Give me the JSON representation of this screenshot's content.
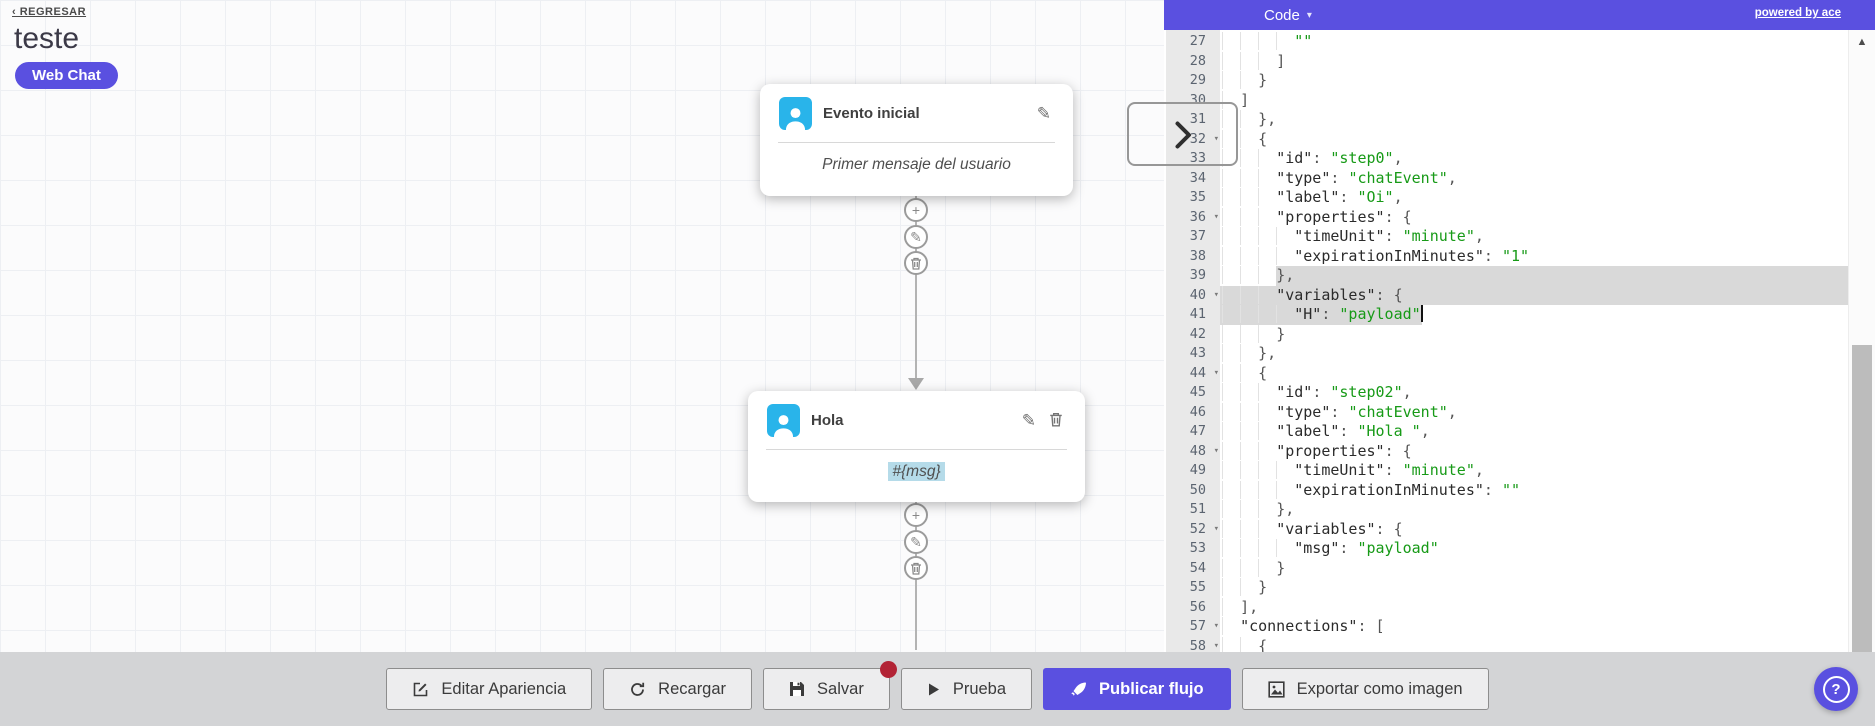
{
  "colors": {
    "accent": "#5a50e0",
    "avatar_blue": "#29b4ea",
    "string_green": "#179a17",
    "unsaved_dot": "#b22335",
    "msg_highlight": "#b5dbe9"
  },
  "icons": {
    "plus": "+",
    "pencil": "✎",
    "dropdown": "▾",
    "scroll_up": "▲",
    "help": "?"
  },
  "header": {
    "back_label": "‹ REGRESAR",
    "flow_name": "teste",
    "channel": "Web Chat"
  },
  "canvas": {
    "nodes": [
      {
        "title": "Evento inicial",
        "body": "Primer mensaje del usuario"
      },
      {
        "title": "Hola",
        "body": "#{msg}"
      }
    ]
  },
  "editor": {
    "mode_label": "Code",
    "powered_by": "powered by ace",
    "lines": [
      {
        "n": 27,
        "c": "        \"\""
      },
      {
        "n": 28,
        "c": "      ]"
      },
      {
        "n": 29,
        "c": "    }"
      },
      {
        "n": 30,
        "c": "  ]"
      },
      {
        "n": 31,
        "c": "    },"
      },
      {
        "n": 32,
        "c": "    {",
        "fold": true
      },
      {
        "n": 33,
        "c": "      \"id\": \"step0\","
      },
      {
        "n": 34,
        "c": "      \"type\": \"chatEvent\","
      },
      {
        "n": 35,
        "c": "      \"label\": \"Oi\","
      },
      {
        "n": 36,
        "c": "      \"properties\": {",
        "fold": true
      },
      {
        "n": 37,
        "c": "        \"timeUnit\": \"minute\","
      },
      {
        "n": 38,
        "c": "        \"expirationInMinutes\": \"1\""
      },
      {
        "n": 39,
        "c": "      },",
        "sel": "tail"
      },
      {
        "n": 40,
        "c": "      \"variables\": {",
        "fold": true,
        "sel": "row"
      },
      {
        "n": 41,
        "c": "        \"H\": \"payload\"",
        "sel": "head",
        "cursor": true
      },
      {
        "n": 42,
        "c": "      }"
      },
      {
        "n": 43,
        "c": "    },"
      },
      {
        "n": 44,
        "c": "    {",
        "fold": true
      },
      {
        "n": 45,
        "c": "      \"id\": \"step02\","
      },
      {
        "n": 46,
        "c": "      \"type\": \"chatEvent\","
      },
      {
        "n": 47,
        "c": "      \"label\": \"Hola \","
      },
      {
        "n": 48,
        "c": "      \"properties\": {",
        "fold": true
      },
      {
        "n": 49,
        "c": "        \"timeUnit\": \"minute\","
      },
      {
        "n": 50,
        "c": "        \"expirationInMinutes\": \"\""
      },
      {
        "n": 51,
        "c": "      },"
      },
      {
        "n": 52,
        "c": "      \"variables\": {",
        "fold": true
      },
      {
        "n": 53,
        "c": "        \"msg\": \"payload\""
      },
      {
        "n": 54,
        "c": "      }"
      },
      {
        "n": 55,
        "c": "    }"
      },
      {
        "n": 56,
        "c": "  ],"
      },
      {
        "n": 57,
        "c": "  \"connections\": [",
        "fold": true
      },
      {
        "n": 58,
        "c": "    {",
        "fold": true
      }
    ]
  },
  "toolbar": {
    "buttons": [
      {
        "label": "Editar Apariencia",
        "icon": "edit",
        "style": "default"
      },
      {
        "label": "Recargar",
        "icon": "refresh",
        "style": "default"
      },
      {
        "label": "Salvar",
        "icon": "save",
        "style": "default",
        "has_badge": true
      },
      {
        "label": "Prueba",
        "icon": "play",
        "style": "default"
      },
      {
        "label": "Publicar flujo",
        "icon": "rocket",
        "style": "primary"
      },
      {
        "label": "Exportar como imagen",
        "icon": "image",
        "style": "default"
      }
    ]
  }
}
